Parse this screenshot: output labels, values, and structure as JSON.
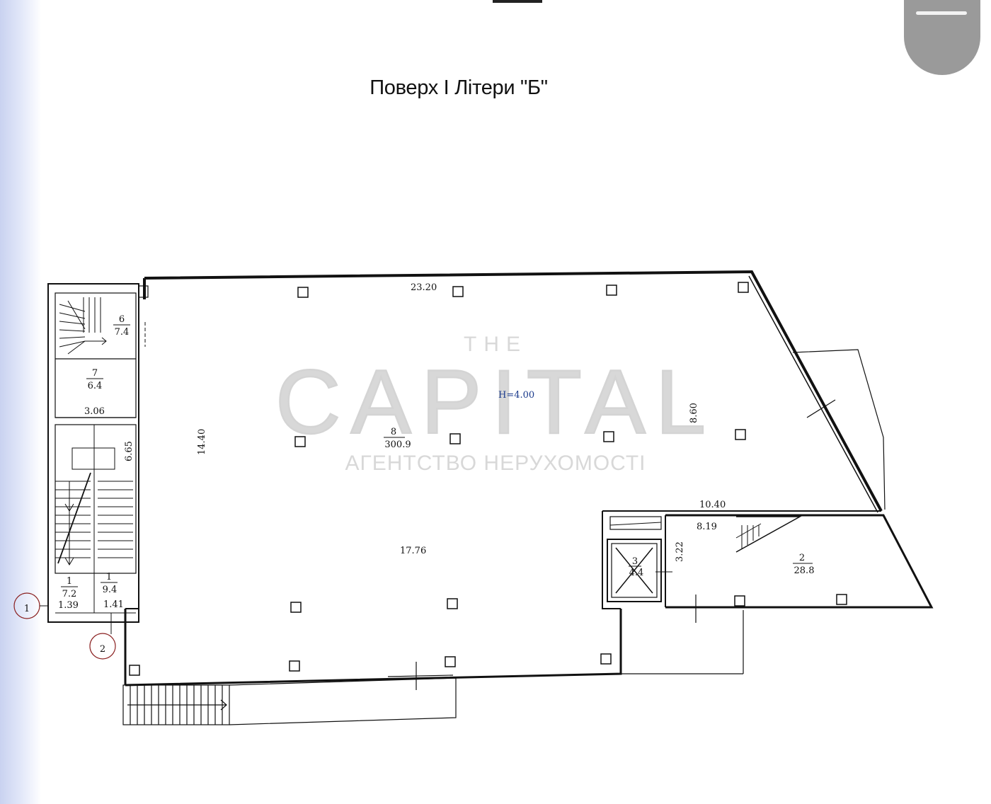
{
  "title": "Поверх І Літери \"Б\"",
  "colors": {
    "wall": "#111111",
    "height_text": "#1a3a8c",
    "watermark": "#d8d8d8",
    "menu_button": "#9a9a9a"
  },
  "menu_button": {
    "icon": "menu-icon"
  },
  "watermark": {
    "line1": "THE",
    "line2": "CAPITAL",
    "line3": "АГЕНТСТВО НЕРУХОМОСТІ"
  },
  "ceiling_height": "H=4.00",
  "dimensions": {
    "top": "23.20",
    "left_main": "14.40",
    "right_slope": "8.60",
    "bottom_main": "17.76",
    "annex_top": "10.40",
    "annex_inner": "8.19",
    "lift": "3.22",
    "stair_width": "3.06",
    "stair_height": "6.65",
    "stair_bottom_left": "1.39",
    "stair_bottom_right": "1.41"
  },
  "rooms": [
    {
      "number": "6",
      "area": "7.4"
    },
    {
      "number": "7",
      "area": "6.4"
    },
    {
      "number": "8",
      "area": "300.9"
    },
    {
      "number": "2",
      "area": "28.8"
    },
    {
      "number": "3",
      "area": "4.4"
    },
    {
      "number": "1",
      "area": "7.2"
    },
    {
      "number": "1",
      "area": "9.4"
    }
  ],
  "entrances": [
    {
      "marker": "1"
    },
    {
      "marker": "2"
    }
  ]
}
